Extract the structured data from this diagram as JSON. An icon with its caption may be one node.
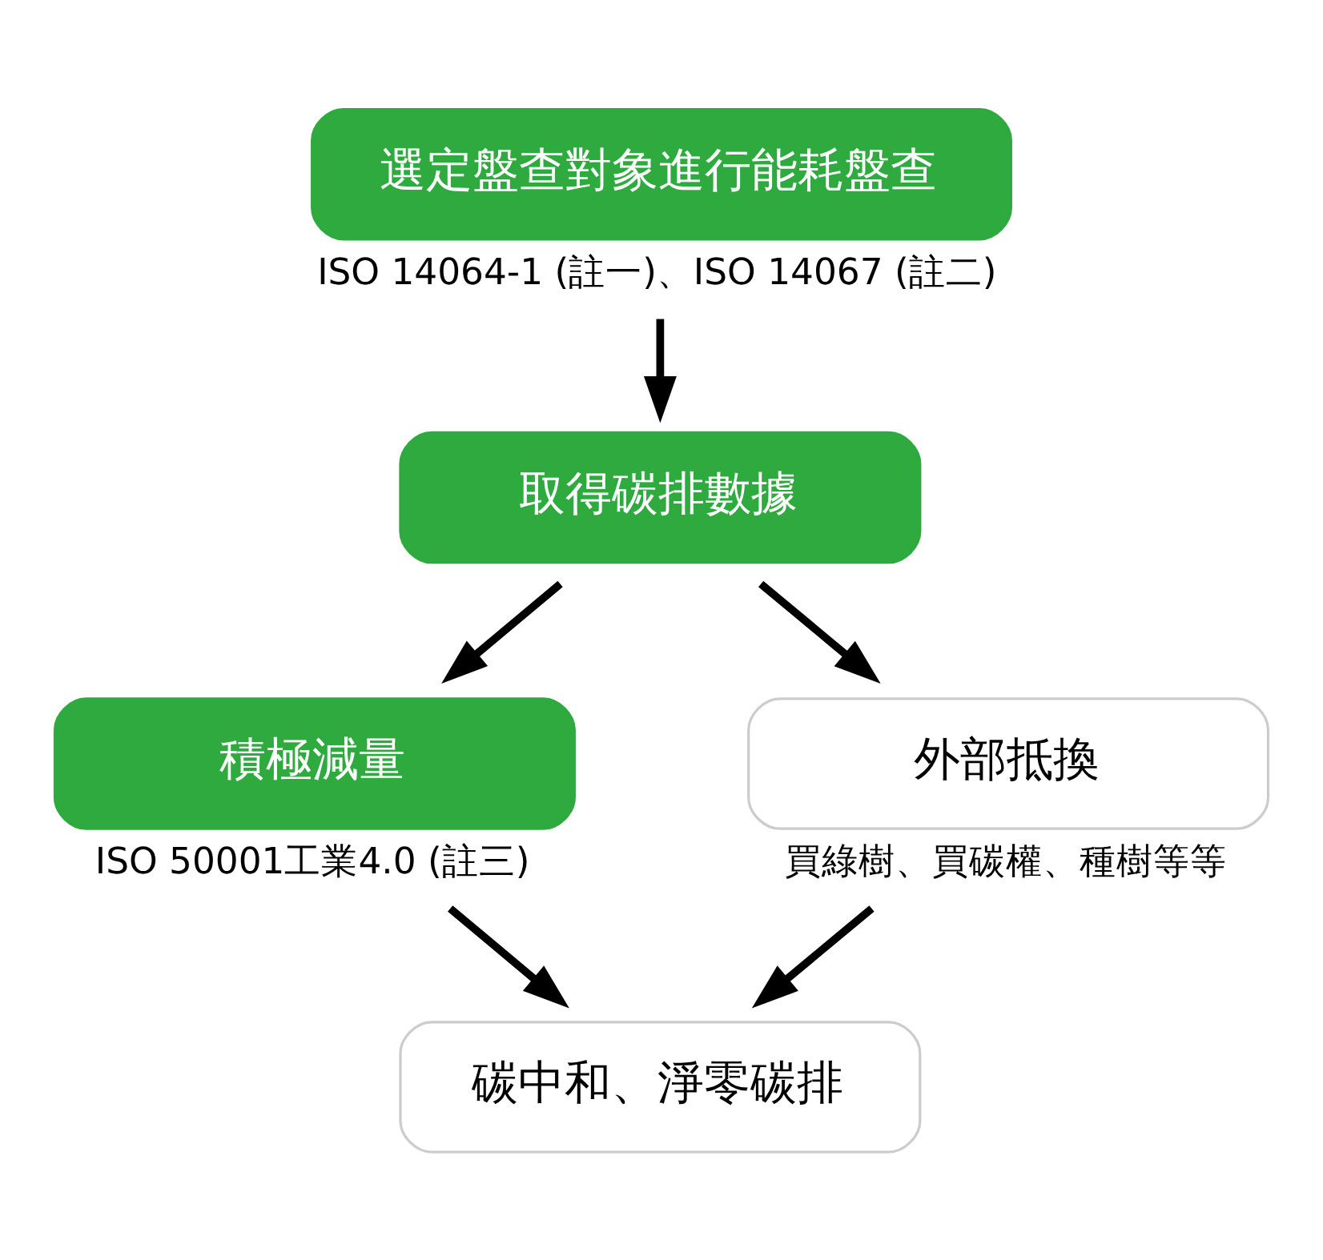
{
  "diagram": {
    "nodes": [
      {
        "text": [
          "選定盤查對象進行能耗盤查"
        ],
        "beside": [
          "ISO 14064-1 (註一)、ISO 14067 (註二)"
        ]
      },
      {
        "text": [
          "取得碳排數據"
        ]
      },
      {
        "text": [
          "積極減量"
        ],
        "beside": [
          "ISO 50001工業4.0 (註三)"
        ]
      },
      {
        "text": [
          "外部抵換"
        ],
        "beside": [
          "買綠樹、買碳權、種樹等等"
        ]
      },
      {
        "text": [
          "碳中和、淨零碳排"
        ]
      }
    ],
    "edges": [
      {
        "from": 0,
        "to": 1,
        "arrow": "to"
      },
      {
        "from": 1,
        "to": 2,
        "arrow": "to"
      },
      {
        "from": 1,
        "to": 3,
        "arrow": "to"
      },
      {
        "from": 2,
        "to": 4,
        "arrow": "to"
      },
      {
        "from": 3,
        "to": 4,
        "arrow": "to"
      }
    ]
  }
}
